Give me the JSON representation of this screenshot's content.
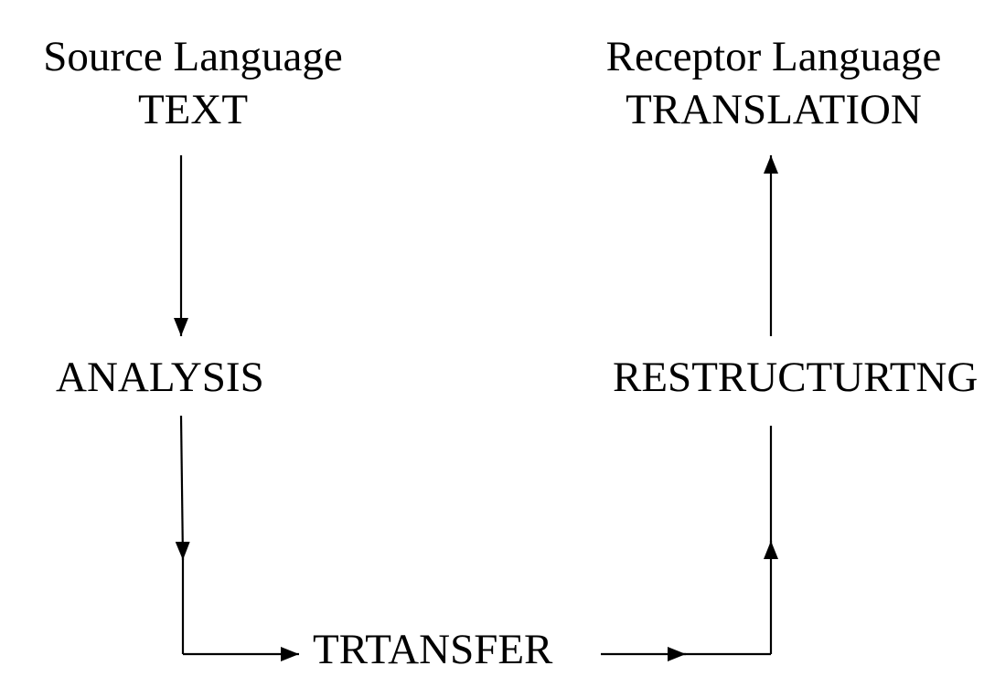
{
  "nodes": {
    "source": {
      "line1": "Source Language",
      "line2": "TEXT"
    },
    "receptor": {
      "line1": "Receptor Language",
      "line2": "TRANSLATION"
    },
    "analysis": "ANALYSIS",
    "restructuring": "RESTRUCTURTNG",
    "transfer": "TRTANSFER"
  },
  "colors": {
    "text": "#000000",
    "lines": "#000000",
    "background": "#ffffff"
  }
}
